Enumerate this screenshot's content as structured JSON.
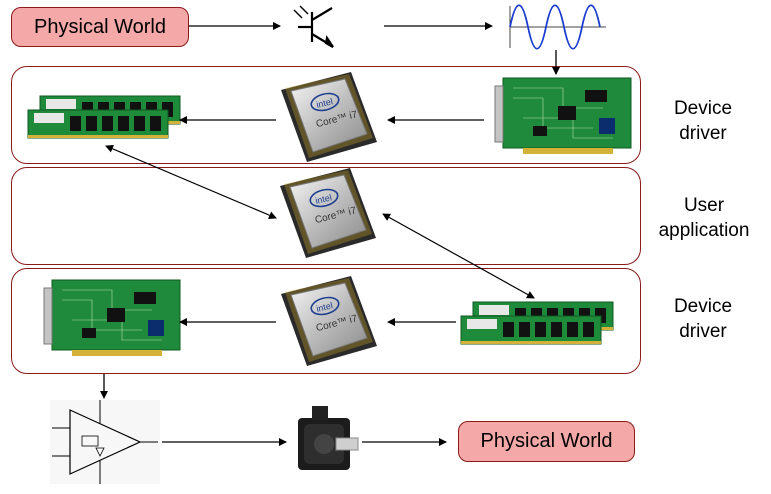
{
  "top_source": {
    "label": "Physical World"
  },
  "bottom_target": {
    "label": "Physical World"
  },
  "layers": [
    {
      "id": "device-driver-top",
      "label_line1": "Device",
      "label_line2": "driver"
    },
    {
      "id": "user-application",
      "label_line1": "User",
      "label_line2": "application"
    },
    {
      "id": "device-driver-bottom",
      "label_line1": "Device",
      "label_line2": "driver"
    }
  ],
  "cpu": {
    "brand": "intel",
    "model": "Core",
    "tier": "i7"
  },
  "components": {
    "sensor": "phototransistor-icon",
    "signal": "sine-wave-icon",
    "daq_card": "data-acquisition-card-icon",
    "memory": "ram-module-icon",
    "amplifier": "amplifier-circuit-icon",
    "motor": "servo-motor-icon"
  },
  "colors": {
    "box_fill": "#f4a9a8",
    "box_border": "#8b1a1a",
    "pcb": "#1f8a3b",
    "wave": "#1a3ccf"
  }
}
